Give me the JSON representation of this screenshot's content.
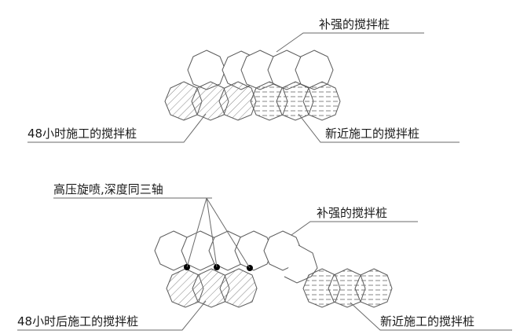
{
  "top": {
    "reinforce_label": "补强的搅拌桩",
    "old_label": "48小时施工的搅拌桩",
    "new_label": "新近施工的搅拌桩"
  },
  "bottom": {
    "jet_label": "高压旋喷,深度同三轴",
    "reinforce_label": "补强的搅拌桩",
    "old_label": "48小时后施工的搅拌桩",
    "new_label": "新近施工的搅拌桩"
  }
}
